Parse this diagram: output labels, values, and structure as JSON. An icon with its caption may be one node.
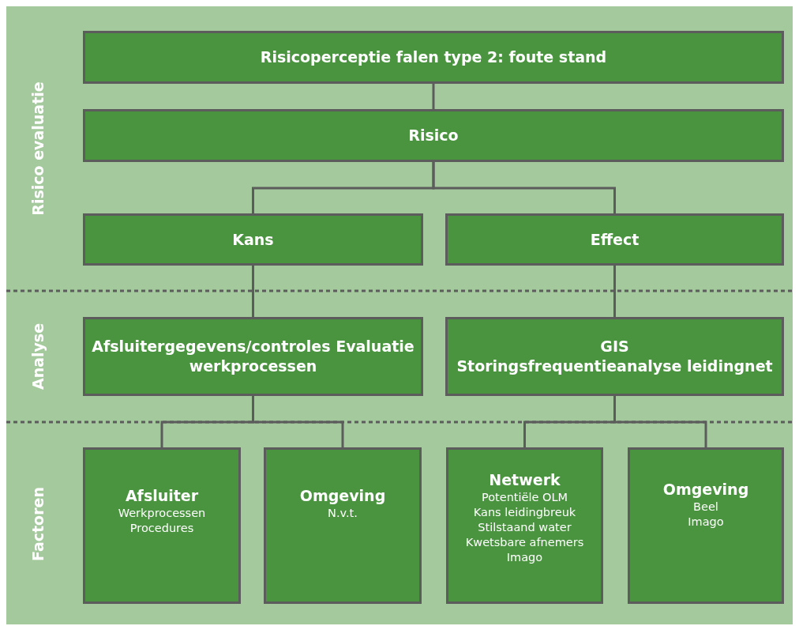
{
  "diagram": {
    "nodes": [
      {
        "text": [
          "Risicoperceptie falen type 2: foute stand"
        ]
      },
      {
        "text": [
          "Risico"
        ]
      },
      {
        "text": [
          "Kans"
        ]
      },
      {
        "text": [
          "Effect"
        ]
      },
      {
        "text": [
          "Afsluitergegevens/controles Evaluatie werkprocessen"
        ]
      },
      {
        "text": [
          "GIS",
          "Storingsfrequentieanalyse leidingnet"
        ]
      },
      {
        "text": [
          "Afsluiter",
          "Werkprocessen",
          "Procedures"
        ]
      },
      {
        "text": [
          "Omgeving",
          "N.v.t."
        ]
      },
      {
        "text": [
          "Netwerk",
          "Potentiële OLM",
          "Kans leidingbreuk",
          "Stilstaand water",
          "Kwetsbare afnemers",
          "Imago"
        ]
      },
      {
        "text": [
          "Omgeving",
          "Beel",
          "Imago"
        ]
      }
    ],
    "edges": [
      {
        "from": 0,
        "to": 1,
        "arrow": "none"
      },
      {
        "from": 1,
        "to": 2,
        "arrow": "none"
      },
      {
        "from": 1,
        "to": 3,
        "arrow": "none"
      },
      {
        "from": 2,
        "to": 4,
        "arrow": "none"
      },
      {
        "from": 3,
        "to": 5,
        "arrow": "none"
      },
      {
        "from": 4,
        "to": 6,
        "arrow": "none"
      },
      {
        "from": 4,
        "to": 7,
        "arrow": "none"
      },
      {
        "from": 5,
        "to": 8,
        "arrow": "none"
      },
      {
        "from": 5,
        "to": 9,
        "arrow": "none"
      }
    ],
    "labels": [
      "Risico evaluatie",
      "Analyse",
      "Factoren"
    ]
  }
}
